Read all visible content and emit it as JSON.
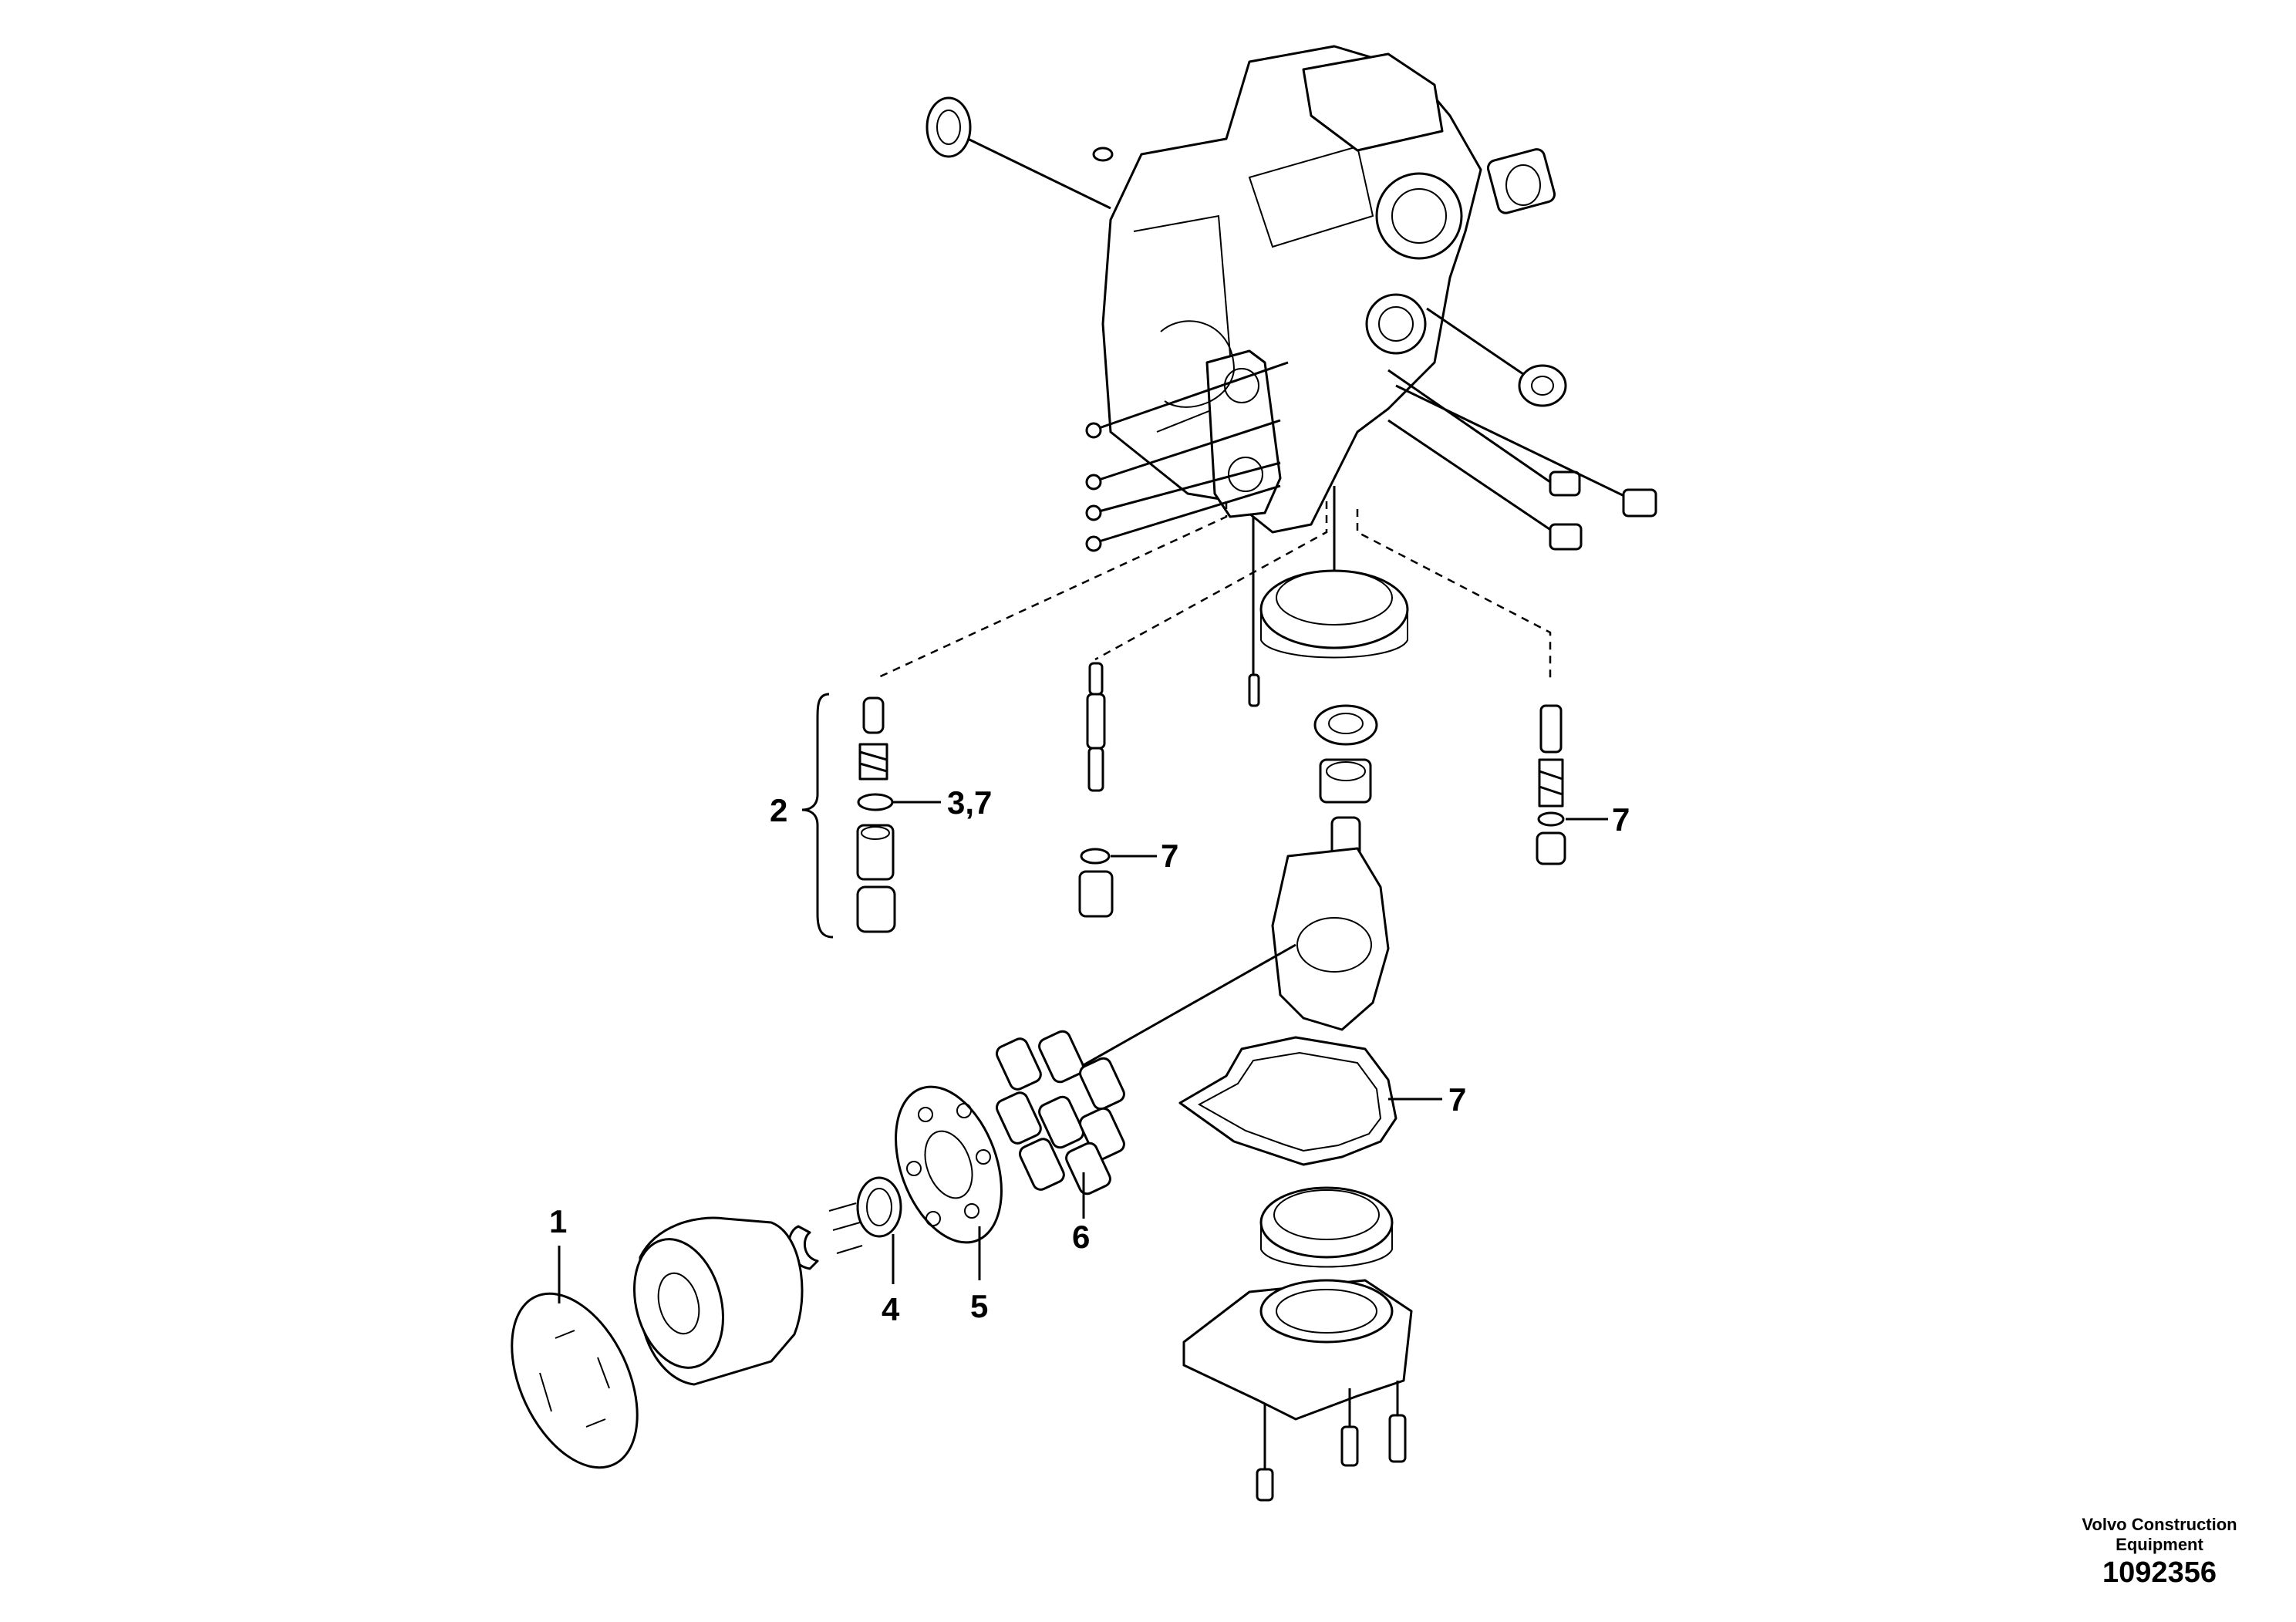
{
  "callouts": {
    "c1": "1",
    "c2": "2",
    "c37": "3,7",
    "c4": "4",
    "c5": "5",
    "c6": "6",
    "c7a": "7",
    "c7b": "7",
    "c7c": "7"
  },
  "footer": {
    "company_line1": "Volvo Construction",
    "company_line2": "Equipment",
    "drawing_number": "1092356"
  }
}
